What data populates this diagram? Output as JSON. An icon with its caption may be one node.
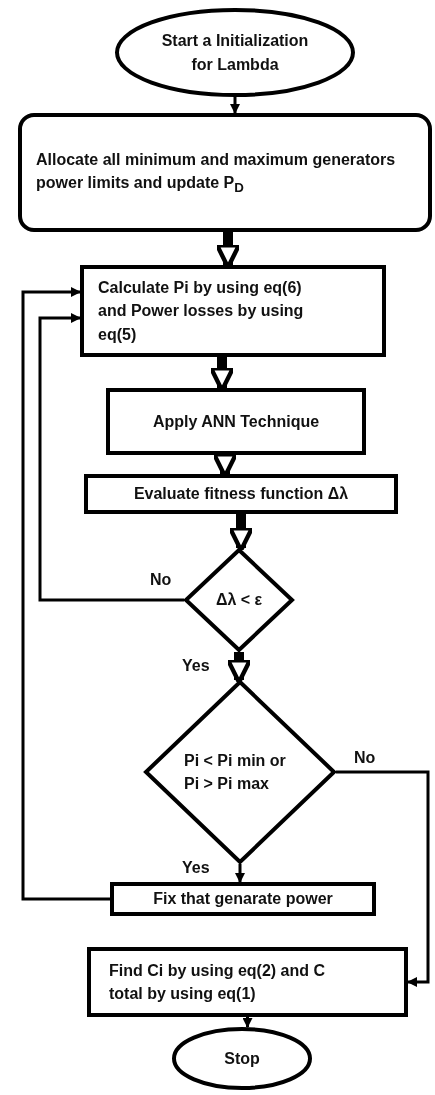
{
  "diagram": {
    "nodes": [
      {
        "text": [
          "Start a Initialization for Lambda"
        ]
      },
      {
        "text": [
          "Allocate all minimum and maximum generators power limits and update P$_{D}$"
        ]
      },
      {
        "text": [
          "Calculate Pi by using eq(6) and Power losses by using eq(5)"
        ]
      },
      {
        "text": [
          "Apply ANN Technique"
        ]
      },
      {
        "text": [
          "Evaluate fitness function Δλ"
        ]
      },
      {
        "text": [
          "Δλ < ε"
        ]
      },
      {
        "text": [
          "Pi < Pi min or Pi > Pi max"
        ]
      },
      {
        "text": [
          "Fix that genarate power"
        ]
      },
      {
        "text": [
          "Find Ci by using eq(2) and C total by using eq(1)"
        ]
      },
      {
        "text": [
          "Stop"
        ]
      }
    ],
    "edges": [
      {
        "from": 0,
        "to": 1,
        "arrow": "to"
      },
      {
        "from": 1,
        "to": 2,
        "arrow": "to",
        "style": "thick"
      },
      {
        "from": 2,
        "to": 3,
        "arrow": "to",
        "style": "thick"
      },
      {
        "from": 3,
        "to": 4,
        "arrow": "to",
        "style": "thick"
      },
      {
        "from": 4,
        "to": 5,
        "arrow": "to",
        "style": "thick"
      },
      {
        "from": 5,
        "to": 2,
        "arrow": "to",
        "label": "No"
      },
      {
        "from": 5,
        "to": 6,
        "arrow": "to",
        "label": "Yes",
        "style": "thick"
      },
      {
        "from": 6,
        "to": 7,
        "arrow": "to",
        "label": "Yes"
      },
      {
        "from": 7,
        "to": 2,
        "arrow": "to"
      },
      {
        "from": 6,
        "to": 8,
        "arrow": "to",
        "label": "No"
      },
      {
        "from": 8,
        "to": 9,
        "arrow": "to"
      }
    ]
  }
}
